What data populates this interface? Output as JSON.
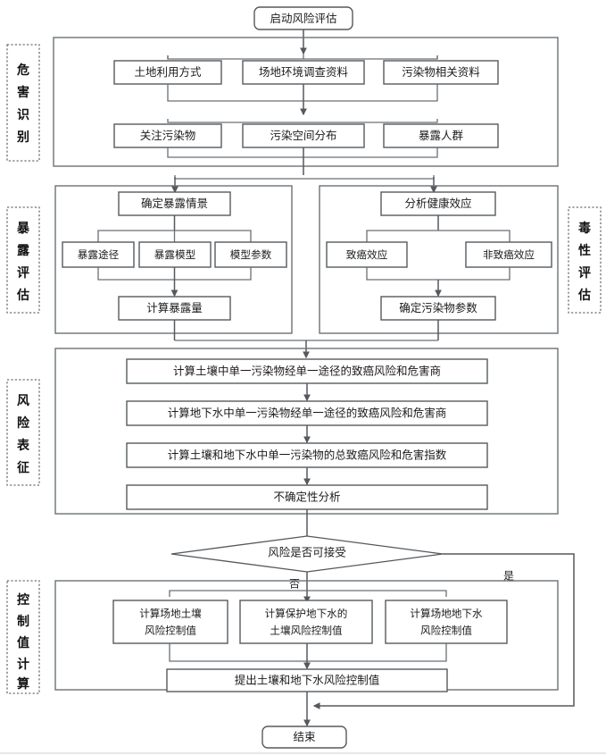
{
  "diagram": {
    "type": "flowchart",
    "title": "",
    "start_node": {
      "label": "启动风险评估",
      "shape": "rounded-terminator"
    },
    "end_node": {
      "label": "结束",
      "shape": "rounded-terminator"
    },
    "phases": [
      {
        "id": "hazard-identification",
        "label": "危害识别",
        "chars": [
          "危",
          "害",
          "识",
          "别"
        ],
        "side": "left"
      },
      {
        "id": "exposure-assessment",
        "label": "暴露评估",
        "chars": [
          "暴",
          "露",
          "评",
          "估"
        ],
        "side": "left"
      },
      {
        "id": "toxicity-assessment",
        "label": "毒性评估",
        "chars": [
          "毒",
          "性",
          "评",
          "估"
        ],
        "side": "right"
      },
      {
        "id": "risk-characterization",
        "label": "风险表征",
        "chars": [
          "风",
          "险",
          "表",
          "征"
        ],
        "side": "left"
      },
      {
        "id": "control-value-calculation",
        "label": "控制值计算",
        "chars": [
          "控",
          "制",
          "值",
          "计",
          "算"
        ],
        "side": "left"
      }
    ],
    "groups": {
      "hazard": {
        "row1": [
          {
            "id": "land-use",
            "label": "土地利用方式"
          },
          {
            "id": "site-survey-data",
            "label": "场地环境调查资料"
          },
          {
            "id": "contaminant-data",
            "label": "污染物相关资料"
          }
        ],
        "row2": [
          {
            "id": "contaminants-of-concern",
            "label": "关注污染物"
          },
          {
            "id": "contamination-distribution",
            "label": "污染空间分布"
          },
          {
            "id": "exposed-population",
            "label": "暴露人群"
          }
        ]
      },
      "exposure": {
        "head": {
          "id": "determine-exposure-scenario",
          "label": "确定暴露情景"
        },
        "middle": [
          {
            "id": "exposure-pathway",
            "label": "暴露途径"
          },
          {
            "id": "exposure-model",
            "label": "暴露模型"
          },
          {
            "id": "model-parameters",
            "label": "模型参数"
          }
        ],
        "tail": {
          "id": "calculate-exposure-dose",
          "label": "计算暴露量"
        }
      },
      "toxicity": {
        "head": {
          "id": "analyze-health-effects",
          "label": "分析健康效应"
        },
        "middle": [
          {
            "id": "carcinogenic-effects",
            "label": "致癌效应"
          },
          {
            "id": "non-carcinogenic-effects",
            "label": "非致癌效应"
          }
        ],
        "tail": {
          "id": "determine-contaminant-parameters",
          "label": "确定污染物参数"
        }
      },
      "risk": {
        "steps": [
          {
            "id": "soil-single-pathway-risk",
            "label": "计算土壤中单一污染物经单一途径的致癌风险和危害商"
          },
          {
            "id": "groundwater-single-pathway-risk",
            "label": "计算地下水中单一污染物经单一途径的致癌风险和危害商"
          },
          {
            "id": "total-risk-hazard-index",
            "label": "计算土壤和地下水中单一污染物的总致癌风险和危害指数"
          },
          {
            "id": "uncertainty-analysis",
            "label": "不确定性分析"
          }
        ]
      },
      "control": {
        "row": [
          {
            "id": "site-soil-control-value",
            "label": "计算场地土壤\n风险控制值",
            "line1": "计算场地土壤",
            "line2": "风险控制值"
          },
          {
            "id": "groundwater-protection-soil-control-value",
            "label": "计算保护地下水的\n土壤风险控制值",
            "line1": "计算保护地下水的",
            "line2": "土壤风险控制值"
          },
          {
            "id": "site-groundwater-control-value",
            "label": "计算场地地下水\n风险控制值",
            "line1": "计算场地地下水",
            "line2": "风险控制值"
          }
        ],
        "tail": {
          "id": "propose-control-values",
          "label": "提出土壤和地下水风险控制值"
        }
      }
    },
    "decision": {
      "id": "is-risk-acceptable",
      "label": "风险是否可接受",
      "branches": [
        {
          "id": "branch-no",
          "label": "否",
          "direction": "down"
        },
        {
          "id": "branch-yes",
          "label": "是",
          "direction": "right"
        }
      ]
    },
    "colors": {
      "node_stroke": "#555a5e",
      "group_stroke": "#6d7276",
      "connector": "#55595d",
      "text": "#1b1b1b",
      "background": "#ffffff"
    }
  }
}
